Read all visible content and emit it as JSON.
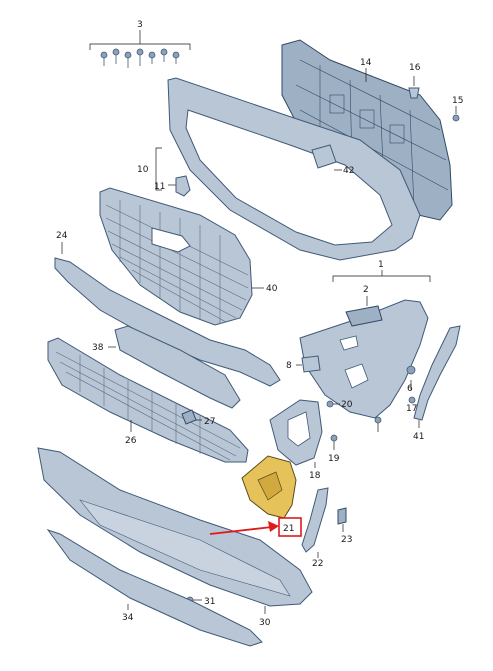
{
  "labels": {
    "p1": "1",
    "p2": "2",
    "p3": "3",
    "p6": "6",
    "p8": "8",
    "p10": "10",
    "p11": "11",
    "p14": "14",
    "p15": "15",
    "p16": "16",
    "p17": "17",
    "p18": "18",
    "p19": "19",
    "p20": "20",
    "p21": "21",
    "p22": "22",
    "p23": "23",
    "p24": "24",
    "p26": "26",
    "p27": "27",
    "p30": "30",
    "p31": "31",
    "p34": "34",
    "p38": "38",
    "p40": "40",
    "p41": "41",
    "p42": "42"
  },
  "colors": {
    "part_fill": "#b9c6d6",
    "part_stroke": "#3f5a78",
    "highlight_fill": "#e6c25a",
    "marker_red": "#e0191b"
  },
  "highlight": {
    "part": "21"
  }
}
